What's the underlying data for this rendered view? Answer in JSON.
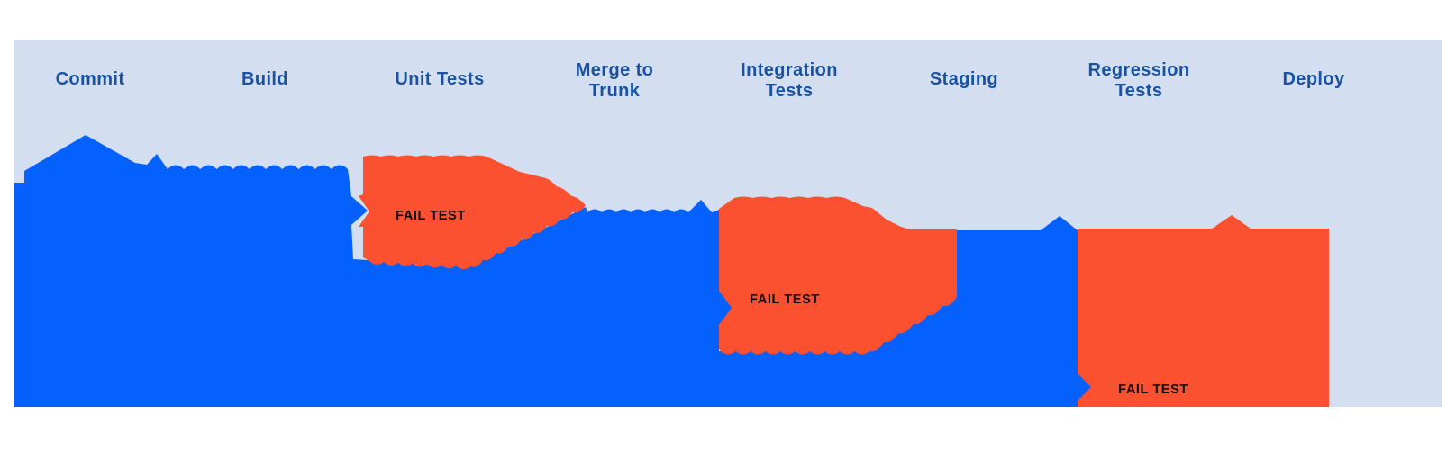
{
  "diagram": {
    "title": "",
    "colors": {
      "page_bg": "#ffffff",
      "panel": "#D3DFF0",
      "flow": "#0561FE",
      "fail": "#FC5130",
      "stage_label": "#1A52A3",
      "fail_label": "#0D0D0D"
    },
    "stages": [
      {
        "label": "Commit",
        "lines": [
          "Commit"
        ]
      },
      {
        "label": "Build",
        "lines": [
          "Build"
        ]
      },
      {
        "label": "Unit Tests",
        "lines": [
          "Unit Tests"
        ]
      },
      {
        "label": "Merge to Trunk",
        "lines": [
          "Merge to",
          "Trunk"
        ]
      },
      {
        "label": "Integration Tests",
        "lines": [
          "Integration",
          "Tests"
        ]
      },
      {
        "label": "Staging",
        "lines": [
          "Staging"
        ]
      },
      {
        "label": "Regression Tests",
        "lines": [
          "Regression",
          "Tests"
        ]
      },
      {
        "label": "Deploy",
        "lines": [
          "Deploy"
        ]
      }
    ],
    "fail_markers": [
      {
        "label": "FAIL TEST",
        "stage": "Unit Tests"
      },
      {
        "label": "FAIL TEST",
        "stage": "Integration Tests"
      },
      {
        "label": "FAIL TEST",
        "stage": "Regression Tests"
      }
    ]
  }
}
